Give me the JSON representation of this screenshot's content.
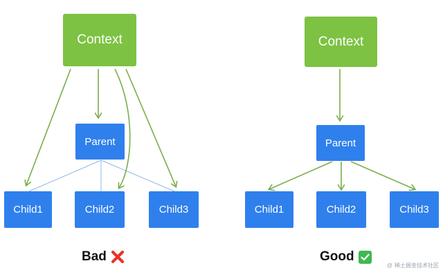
{
  "colors": {
    "context_green": "#7dc242",
    "node_blue": "#2f80ed",
    "arrow_green": "#7aae4c",
    "thin_line_blue": "#8fb8e6",
    "bad_red": "#e8332a",
    "good_green": "#3fb950"
  },
  "bad": {
    "context_label": "Context",
    "parent_label": "Parent",
    "children": [
      "Child1",
      "Child2",
      "Child3"
    ],
    "caption": "Bad",
    "caption_icon": "red-cross-icon"
  },
  "good": {
    "context_label": "Context",
    "parent_label": "Parent",
    "children": [
      "Child1",
      "Child2",
      "Child3"
    ],
    "caption": "Good",
    "caption_icon": "green-check-icon"
  },
  "watermark": {
    "text": "稀土掘金技术社区"
  }
}
